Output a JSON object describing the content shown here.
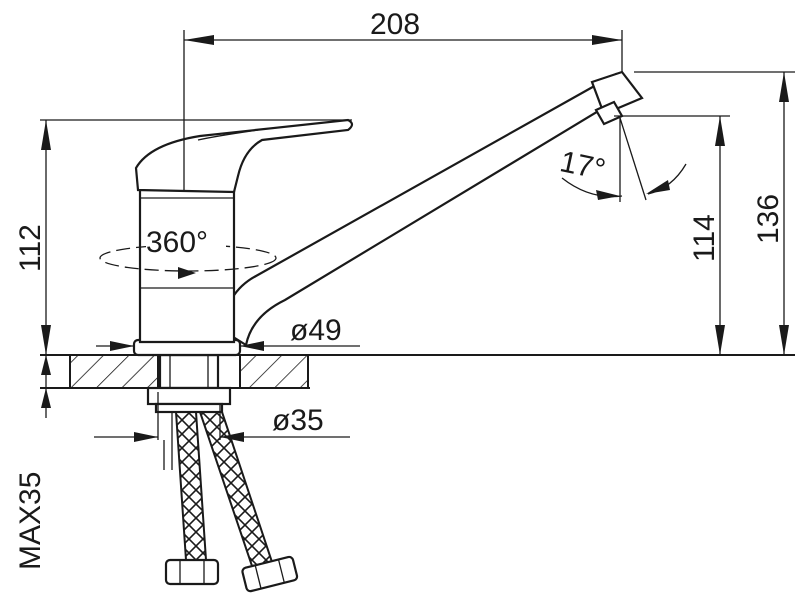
{
  "dimensions": {
    "spout_reach": "208",
    "overall_height": "136",
    "outlet_height": "114",
    "body_height": "112",
    "rotation": "360°",
    "base_diameter": "ø49",
    "hole_diameter": "ø35",
    "spray_angle": "17°",
    "max_counter_thickness": "MAX35"
  },
  "colors": {
    "line": "#1a1a1a",
    "background": "#ffffff"
  }
}
